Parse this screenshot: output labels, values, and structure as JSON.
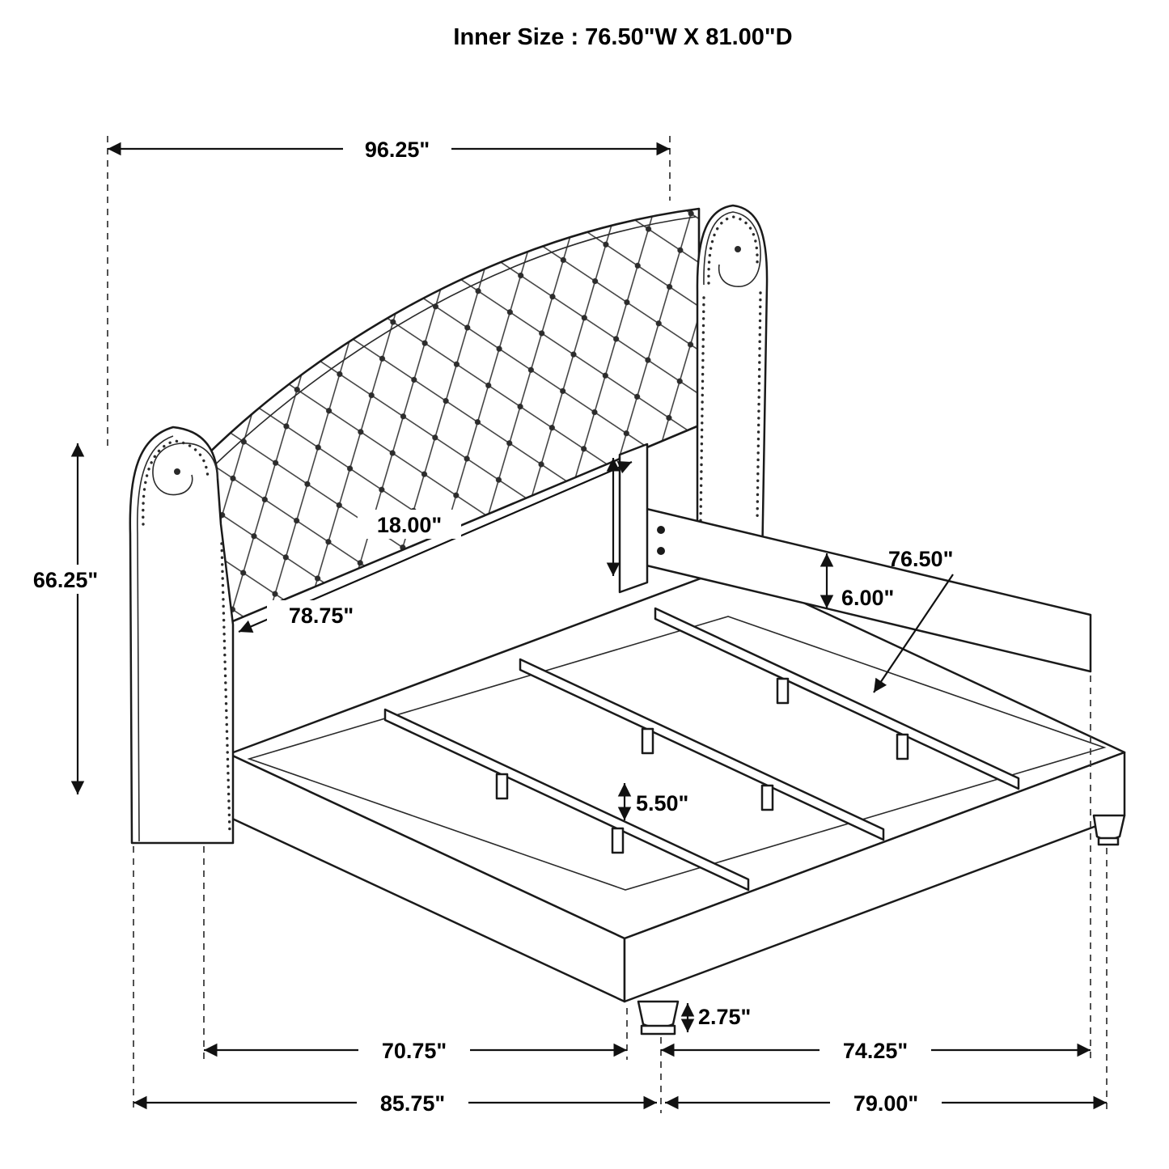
{
  "title": "Inner Size : 76.50\"W X 81.00\"D",
  "dim": {
    "overall_width": "96.25\"",
    "headboard_height": "66.25\"",
    "headboard_width": "78.75\"",
    "headboard_to_rail": "18.00\"",
    "rail_height": "6.00\"",
    "slat_length": "76.50\"",
    "support_height": "5.50\"",
    "leg_height": "2.75\"",
    "inner_width": "70.75\"",
    "inner_depth": "74.25\"",
    "footprint_width": "85.75\"",
    "overall_depth": "79.00\""
  },
  "colors": {
    "line": "#1a1a1a",
    "background": "#ffffff"
  }
}
